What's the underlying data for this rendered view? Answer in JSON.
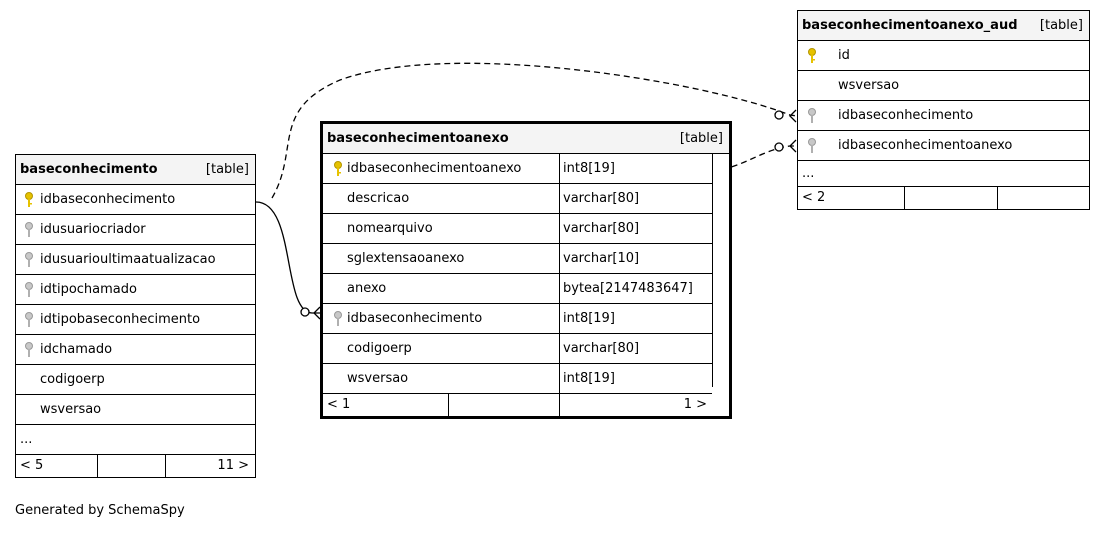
{
  "tables": {
    "base": {
      "name": "baseconhecimento",
      "type": "[table]",
      "columns": [
        {
          "name": "idbaseconhecimento",
          "key": "primary"
        },
        {
          "name": "idusuariocriador",
          "key": "foreign"
        },
        {
          "name": "idusuarioultimaatualizacao",
          "key": "foreign"
        },
        {
          "name": "idtipochamado",
          "key": "foreign"
        },
        {
          "name": "idtipobaseconhecimento",
          "key": "foreign"
        },
        {
          "name": "idchamado",
          "key": "foreign"
        },
        {
          "name": "codigoerp",
          "key": ""
        },
        {
          "name": "wsversao",
          "key": ""
        }
      ],
      "more": "...",
      "footer_left": "< 5",
      "footer_right": "11 >"
    },
    "anexo": {
      "name": "baseconhecimentoanexo",
      "type": "[table]",
      "columns": [
        {
          "name": "idbaseconhecimentoanexo",
          "type": "int8[19]",
          "key": "primary"
        },
        {
          "name": "descricao",
          "type": "varchar[80]",
          "key": ""
        },
        {
          "name": "nomearquivo",
          "type": "varchar[80]",
          "key": ""
        },
        {
          "name": "sglextensaoanexo",
          "type": "varchar[10]",
          "key": ""
        },
        {
          "name": "anexo",
          "type": "bytea[2147483647]",
          "key": ""
        },
        {
          "name": "idbaseconhecimento",
          "type": "int8[19]",
          "key": "foreign"
        },
        {
          "name": "codigoerp",
          "type": "varchar[80]",
          "key": ""
        },
        {
          "name": "wsversao",
          "type": "int8[19]",
          "key": ""
        }
      ],
      "footer_left": "< 1",
      "footer_right": "1 >"
    },
    "aud": {
      "name": "baseconhecimentoanexo_aud",
      "type": "[table]",
      "columns": [
        {
          "name": "id",
          "key": "primary"
        },
        {
          "name": "wsversao",
          "key": ""
        },
        {
          "name": "idbaseconhecimento",
          "key": "foreign"
        },
        {
          "name": "idbaseconhecimentoanexo",
          "key": "foreign"
        }
      ],
      "more": "...",
      "footer_left": "< 2"
    }
  },
  "generated_by": "Generated by SchemaSpy",
  "colors": {
    "primary_key": "#e6c200",
    "foreign_key": "#a8a8a8",
    "header_bg": "#f4f4f4"
  }
}
